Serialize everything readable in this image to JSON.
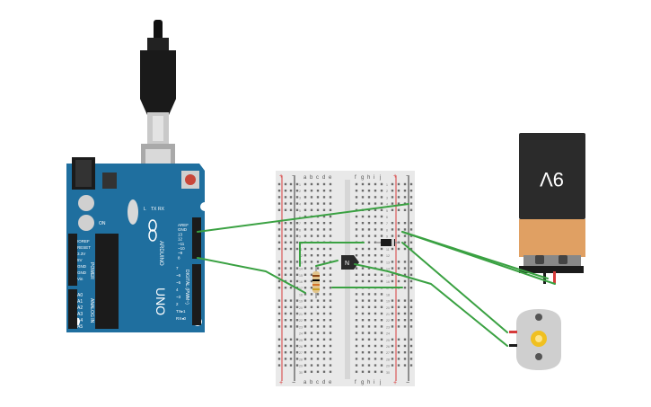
{
  "arduino": {
    "logo": "ARDUINO",
    "model": "UNO",
    "header_power_label": "POWER",
    "header_analog_label": "ANALOG IN",
    "header_digital_label": "DIGITAL (PWM~)",
    "power_pins": [
      "IOREF",
      "RESET",
      "3.3V",
      "5V",
      "GND",
      "GND",
      "Vin"
    ],
    "analog_pins": [
      "A0",
      "A1",
      "A2",
      "A3",
      "A4",
      "A5"
    ],
    "digital_top_pins": [
      "AREF",
      "GND",
      "13",
      "12",
      "~11",
      "~10",
      "~9",
      "8"
    ],
    "digital_bottom_pins": [
      "7",
      "~6",
      "~5",
      "4",
      "~3",
      "2",
      "TX▸1",
      "RX◂0"
    ],
    "led_labels": [
      "L",
      "TX",
      "RX"
    ],
    "on_label": "ON"
  },
  "breadboard": {
    "columns_left": [
      "a",
      "b",
      "c",
      "d",
      "e"
    ],
    "columns_right": [
      "f",
      "g",
      "h",
      "i",
      "j"
    ],
    "rail_plus": "+",
    "rail_minus": "−",
    "row_numbers": [
      1,
      2,
      3,
      4,
      5,
      6,
      7,
      8,
      9,
      10,
      11,
      12,
      13,
      14,
      15,
      16,
      17,
      18,
      19,
      20,
      21,
      22,
      23,
      24,
      25,
      26,
      27,
      28,
      29,
      30
    ]
  },
  "battery": {
    "label": "9V"
  },
  "transistor": {
    "label": "N"
  },
  "colors": {
    "arduino_board": "#1f6f9f",
    "wire": "#3aa142",
    "battery_top": "#2b2b2b",
    "battery_bottom": "#e0a063",
    "breadboard": "#e8e8e8",
    "rail_red": "#d63a3a",
    "motor_body": "#cfcfcf",
    "motor_gear": "#f0c020"
  }
}
